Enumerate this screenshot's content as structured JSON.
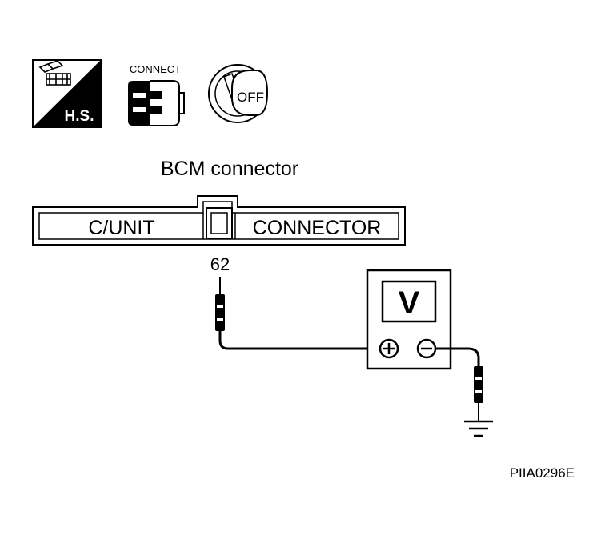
{
  "icons": {
    "harness_label": "H.S.",
    "connect_label": "CONNECT",
    "ignition_label": "OFF"
  },
  "connector": {
    "title": "BCM connector",
    "left_label": "C/UNIT",
    "right_label": "CONNECTOR",
    "terminal": "62"
  },
  "meter": {
    "label": "V"
  },
  "figure_code": "PIIA0296E"
}
